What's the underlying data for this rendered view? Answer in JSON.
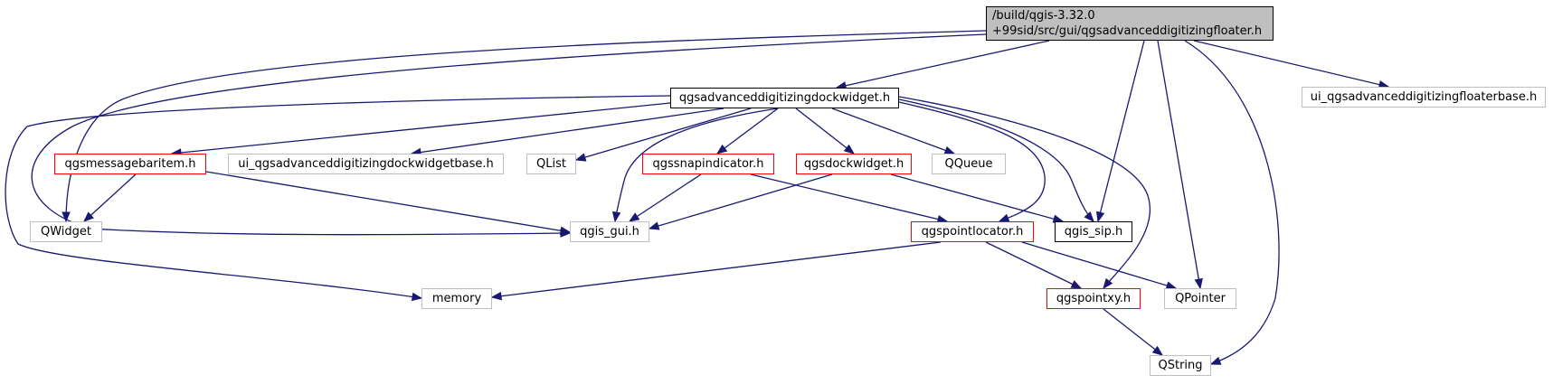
{
  "nodes": {
    "root": {
      "line1": "/build/qgis-3.32.0",
      "line2": "+99sid/src/gui/qgsadvanceddigitizingfloater.h",
      "border": "black"
    },
    "dockwidget": {
      "label": "qgsadvanceddigitizingdockwidget.h",
      "border": "black"
    },
    "ui_floaterbase": {
      "label": "ui_qgsadvanceddigitizingfloaterbase.h",
      "border": "gray"
    },
    "messagebaritem": {
      "label": "qgsmessagebaritem.h",
      "border": "red"
    },
    "ui_dockwidgetbase": {
      "label": "ui_qgsadvanceddigitizingdockwidgetbase.h",
      "border": "gray"
    },
    "qlist": {
      "label": "QList",
      "border": "gray"
    },
    "snapindicator": {
      "label": "qgssnapindicator.h",
      "border": "red"
    },
    "qgsdockwidget": {
      "label": "qgsdockwidget.h",
      "border": "red"
    },
    "qqueue": {
      "label": "QQueue",
      "border": "gray"
    },
    "qwidget": {
      "label": "QWidget",
      "border": "gray"
    },
    "qgis_gui": {
      "label": "qgis_gui.h",
      "border": "gray"
    },
    "pointlocator": {
      "label": "qgspointlocator.h",
      "border": "red"
    },
    "qgis_sip": {
      "label": "qgis_sip.h",
      "border": "black"
    },
    "memory": {
      "label": "memory",
      "border": "gray"
    },
    "pointxy": {
      "label": "qgspointxy.h",
      "border": "red"
    },
    "qpointer": {
      "label": "QPointer",
      "border": "gray"
    },
    "qstring": {
      "label": "QString",
      "border": "gray"
    }
  },
  "edges": [
    [
      "root",
      "dockwidget"
    ],
    [
      "root",
      "ui_floaterbase"
    ],
    [
      "root",
      "qwidget"
    ],
    [
      "root",
      "qgis_gui"
    ],
    [
      "root",
      "qgis_sip"
    ],
    [
      "root",
      "qpointer"
    ],
    [
      "root",
      "qstring"
    ],
    [
      "dockwidget",
      "messagebaritem"
    ],
    [
      "dockwidget",
      "ui_dockwidgetbase"
    ],
    [
      "dockwidget",
      "qlist"
    ],
    [
      "dockwidget",
      "snapindicator"
    ],
    [
      "dockwidget",
      "qgsdockwidget"
    ],
    [
      "dockwidget",
      "qqueue"
    ],
    [
      "dockwidget",
      "qgis_gui"
    ],
    [
      "dockwidget",
      "pointlocator"
    ],
    [
      "dockwidget",
      "qgis_sip"
    ],
    [
      "dockwidget",
      "memory"
    ],
    [
      "dockwidget",
      "pointxy"
    ],
    [
      "messagebaritem",
      "qwidget"
    ],
    [
      "messagebaritem",
      "qgis_gui"
    ],
    [
      "snapindicator",
      "qgis_gui"
    ],
    [
      "snapindicator",
      "pointlocator"
    ],
    [
      "qgsdockwidget",
      "qgis_gui"
    ],
    [
      "qgsdockwidget",
      "qgis_sip"
    ],
    [
      "pointlocator",
      "memory"
    ],
    [
      "pointlocator",
      "pointxy"
    ],
    [
      "pointlocator",
      "qpointer"
    ],
    [
      "pointxy",
      "qstring"
    ]
  ],
  "colors": {
    "edge": "#191970",
    "root_fill": "#bfbfbf",
    "border_black": "#000000",
    "border_gray": "#bfbfbf",
    "border_red": "#ff0000"
  }
}
